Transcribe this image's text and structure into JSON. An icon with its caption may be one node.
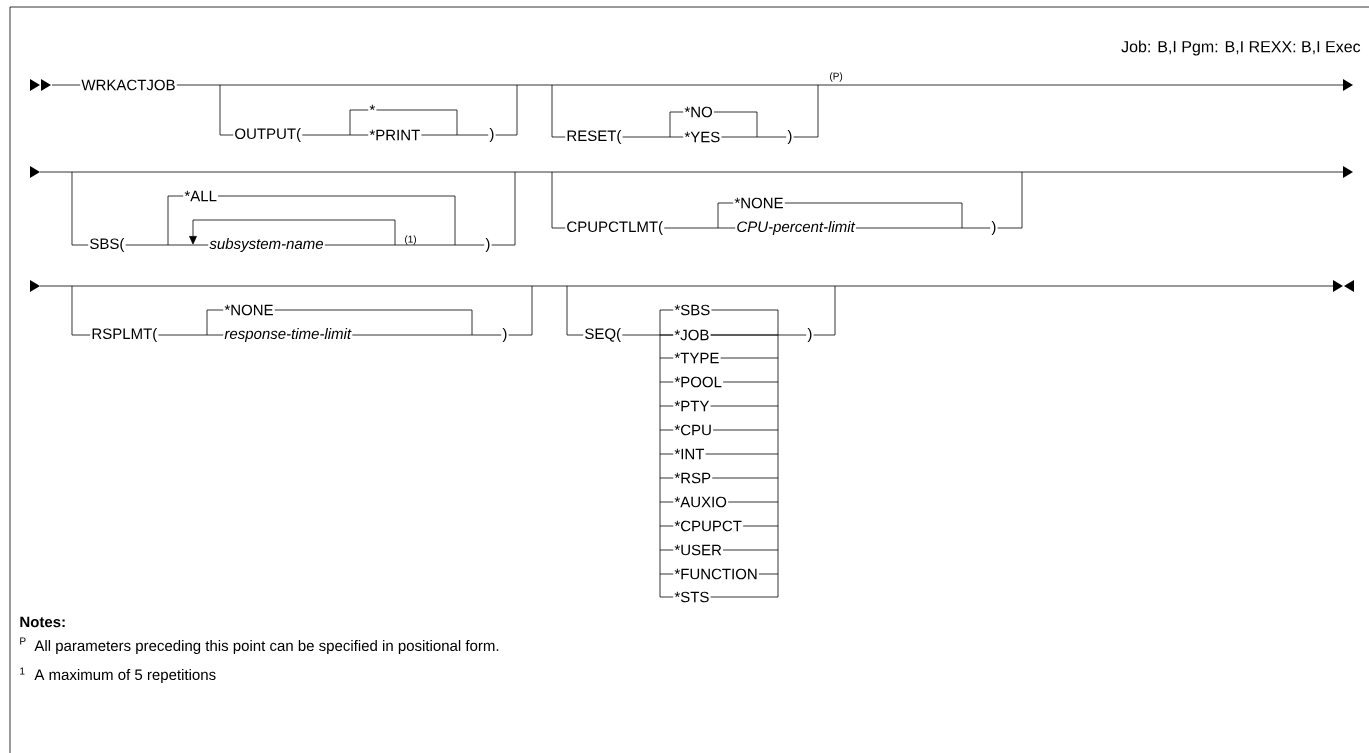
{
  "diagram": {
    "labels": [
      "Job: B,I Pgm: B,I REXX: B,I Exec",
      "WRKACTJOB",
      "*",
      "OUTPUT(",
      "*PRINT",
      ")",
      "*NO",
      "RESET(",
      "*YES",
      ")",
      "(P)",
      "*ALL",
      "*NONE",
      "SBS(",
      "subsystem-name",
      "(1)",
      ")",
      "CPUPCTLMT(",
      "CPU-percent-limit",
      ")",
      "*NONE",
      "*SBS",
      "RSPLMT(",
      "response-time-limit",
      ")",
      "SEQ(",
      "*JOB",
      ")",
      "*TYPE",
      "*POOL",
      "*PTY",
      "*CPU",
      "*INT",
      "*RSP",
      "*AUXIO",
      "*CPUPCT",
      "*USER",
      "*FUNCTION",
      "*STS",
      "Notes:",
      "P",
      "All parameters preceding this point can be specified in positional form.",
      "1",
      "A maximum of 5 repetitions"
    ]
  }
}
